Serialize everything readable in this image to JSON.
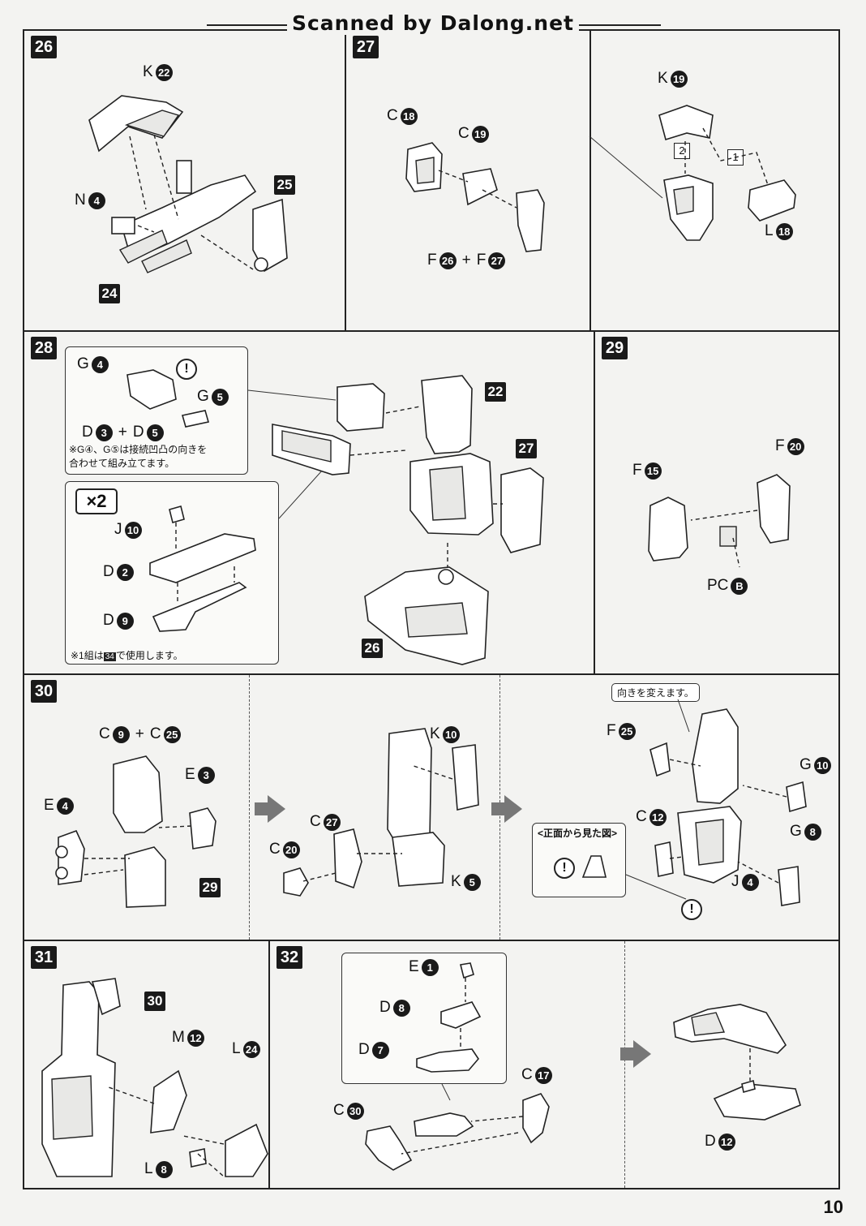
{
  "header": {
    "title": "Scanned by Dalong.net"
  },
  "page_number": "10",
  "steps": {
    "s26": {
      "number": "26",
      "ref_24": "24",
      "ref_25": "25",
      "lbl_k": "K",
      "num_k": "22",
      "lbl_n": "N",
      "num_n": "4"
    },
    "s27": {
      "number": "27",
      "lbl_c18": "C",
      "num_c18": "18",
      "lbl_c19": "C",
      "num_c19": "19",
      "lbl_f26": "F",
      "num_f26": "26",
      "plus": "+",
      "lbl_f27": "F",
      "num_f27": "27",
      "lbl_k19": "K",
      "num_k19": "19",
      "lbl_l18": "L",
      "num_l18": "18",
      "order_1": "1",
      "order_2": "2"
    },
    "s28": {
      "number": "28",
      "ref_22": "22",
      "ref_27": "27",
      "ref_26": "26",
      "lbl_g4": "G",
      "num_g4": "4",
      "lbl_g5": "G",
      "num_g5": "5",
      "lbl_d3": "D",
      "num_d3": "3",
      "plus": "+",
      "lbl_d5": "D",
      "num_d5": "5",
      "note_1": "※G④、G⑤は接続凹凸の向きを",
      "note_2": "合わせて組み立てます。",
      "x2": "×2",
      "lbl_j10": "J",
      "num_j10": "10",
      "lbl_d2": "D",
      "num_d2": "2",
      "lbl_d9": "D",
      "num_d9": "9",
      "note_3": "※1組は",
      "note_3_ref": "34",
      "note_3_tail": "で使用します。",
      "warn": "!"
    },
    "s29": {
      "number": "29",
      "lbl_f15": "F",
      "num_f15": "15",
      "lbl_f20": "F",
      "num_f20": "20",
      "lbl_pc": "PC",
      "num_pc": "B"
    },
    "s30": {
      "number": "30",
      "ref_29": "29",
      "lbl_c9": "C",
      "num_c9": "9",
      "plus": "+",
      "lbl_c25": "C",
      "num_c25": "25",
      "lbl_e3": "E",
      "num_e3": "3",
      "lbl_e4": "E",
      "num_e4": "4",
      "lbl_k10": "K",
      "num_k10": "10",
      "lbl_c27": "C",
      "num_c27": "27",
      "lbl_c20": "C",
      "num_c20": "20",
      "lbl_k5": "K",
      "num_k5": "5",
      "callout_turn": "向きを変えます。",
      "lbl_f25": "F",
      "num_f25": "25",
      "lbl_g10": "G",
      "num_g10": "10",
      "lbl_c12": "C",
      "num_c12": "12",
      "lbl_g8": "G",
      "num_g8": "8",
      "lbl_j4": "J",
      "num_j4": "4",
      "front_view": "<正面から見た図>",
      "warn": "!"
    },
    "s31": {
      "number": "31",
      "ref_30": "30",
      "lbl_m12": "M",
      "num_m12": "12",
      "lbl_l24": "L",
      "num_l24": "24",
      "lbl_l8": "L",
      "num_l8": "8"
    },
    "s32": {
      "number": "32",
      "lbl_e1": "E",
      "num_e1": "1",
      "lbl_d8": "D",
      "num_d8": "8",
      "lbl_d7": "D",
      "num_d7": "7",
      "lbl_c17": "C",
      "num_c17": "17",
      "lbl_c30": "C",
      "num_c30": "30",
      "lbl_d12": "D",
      "num_d12": "12"
    }
  }
}
